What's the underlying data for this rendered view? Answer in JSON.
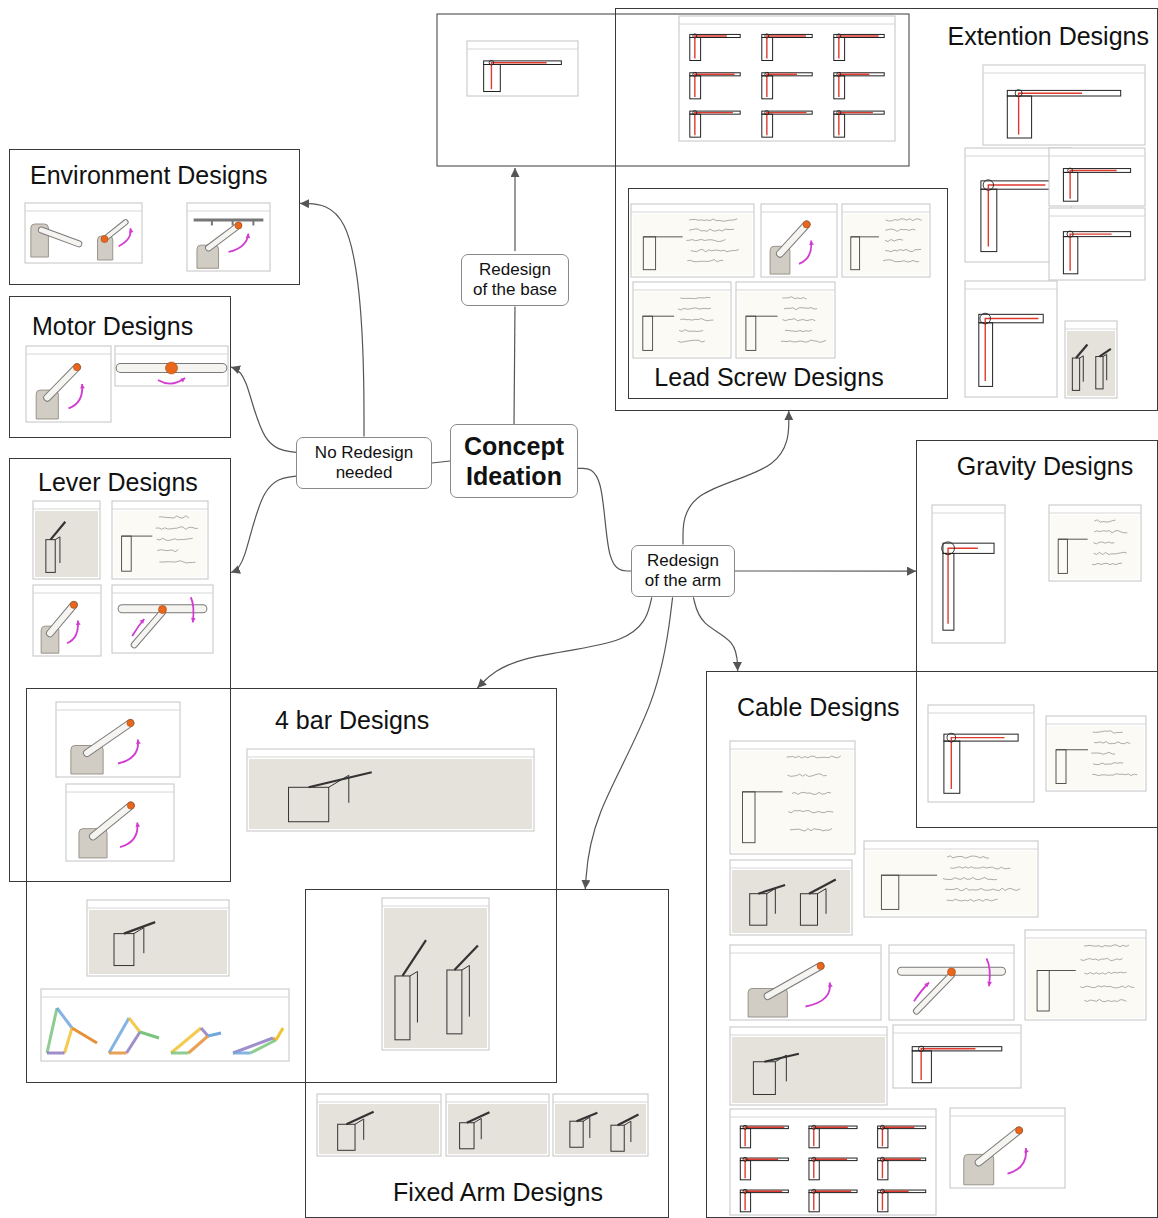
{
  "diagram": {
    "nodes": [
      {
        "text": [
          "Concept Ideation"
        ]
      },
      {
        "text": [
          "Redesign of the base"
        ]
      },
      {
        "text": [
          "No Redesign needed"
        ]
      },
      {
        "text": [
          "Redesign of the arm"
        ]
      },
      {
        "text": [
          "Environment Designs"
        ]
      },
      {
        "text": [
          "Motor Designs"
        ]
      },
      {
        "text": [
          "Lever Designs"
        ]
      },
      {
        "text": [
          "4 bar Designs"
        ]
      },
      {
        "text": [
          "Fixed Arm Designs"
        ]
      },
      {
        "text": [
          "Extention Designs"
        ]
      },
      {
        "text": [
          "Lead Screw Designs"
        ],
        "in": 9
      },
      {
        "text": [
          "Gravity Designs"
        ]
      },
      {
        "text": [
          "Cable Designs"
        ]
      }
    ],
    "edges": [
      {
        "from": 0,
        "to": 1,
        "arrow": "none"
      },
      {
        "from": 0,
        "to": 2,
        "arrow": "none"
      },
      {
        "from": 0,
        "to": 3,
        "arrow": "none"
      },
      {
        "from": 2,
        "to": 4,
        "arrow": "to"
      },
      {
        "from": 2,
        "to": 5,
        "arrow": "to"
      },
      {
        "from": 2,
        "to": 6,
        "arrow": "to"
      },
      {
        "from": 3,
        "to": 9,
        "arrow": "to"
      },
      {
        "from": 3,
        "to": 11,
        "arrow": "to"
      },
      {
        "from": 3,
        "to": 12,
        "arrow": "to"
      },
      {
        "from": 3,
        "to": 7,
        "arrow": "to"
      },
      {
        "from": 3,
        "to": 8,
        "arrow": "to"
      }
    ]
  }
}
